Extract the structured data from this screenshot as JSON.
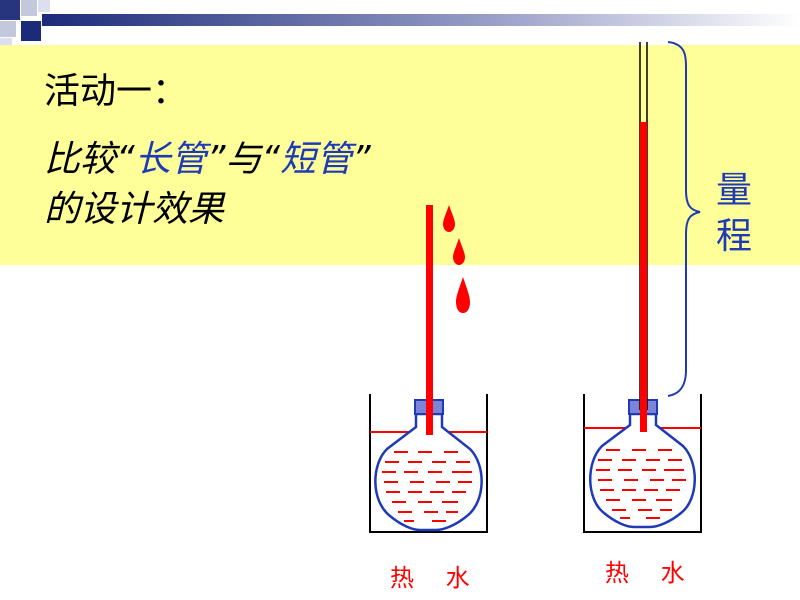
{
  "slide": {
    "title": "活动一：",
    "subtitle": {
      "line1": [
        {
          "text": "比较",
          "color": "#000000"
        },
        {
          "text": "“",
          "color": "#000000"
        },
        {
          "text": "长管",
          "color": "#1f3ab5"
        },
        {
          "text": "”与“",
          "color": "#000000"
        },
        {
          "text": "短管",
          "color": "#1f3ab5"
        },
        {
          "text": "”",
          "color": "#000000"
        }
      ],
      "line2": "的设计效果"
    },
    "range_label": [
      "量",
      "程"
    ],
    "water_left": "热 水",
    "water_right": "热 水"
  },
  "colors": {
    "band": "#ffff99",
    "liquid": "#ff0000",
    "outline": "#1f3ab5",
    "text_blue": "#1f3ab5"
  }
}
